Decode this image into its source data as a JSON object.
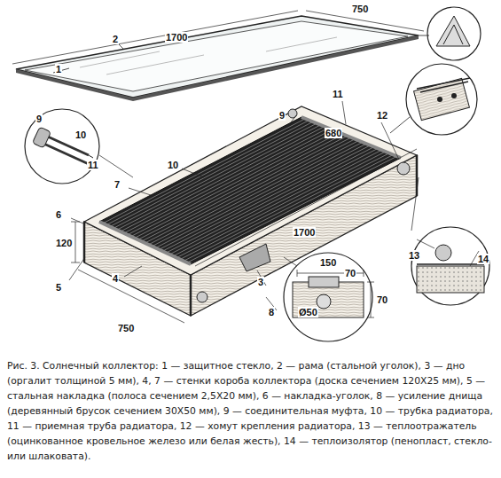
{
  "diagram": {
    "caption": "Рис. 3. Солнечный коллектор: 1 — защитное стекло, 2 — рама (стальной уголок), 3 — дно (оргалит толщиной 5 мм), 4, 7 — стенки короба коллектора (доска сечением 120Х25 мм), 5 — стальная накладка (полоса сечением 2,5Х20 мм), 6 — накладка-уголок, 8 — усиление днища (деревянный брусок сечением 30Х50 мм), 9 — соединительная муфта, 10 — трубка радиатора, 11 — приемная труба радиатора, 12 — хомут крепления радиатора, 13 — теплоотражатель (оцинкованное кровельное железо или белая жесть), 14 — теплоизолятор (пенопласт, стекло- или шлаковата).",
    "labels": [
      "1",
      "2",
      "750",
      "1700",
      "9",
      "10",
      "11",
      "9",
      "11",
      "680",
      "12",
      "10",
      "7",
      "6",
      "120",
      "5",
      "4",
      "750",
      "1700",
      "3",
      "8",
      "150",
      "70",
      "70",
      "Ø50",
      "13",
      "14"
    ]
  }
}
